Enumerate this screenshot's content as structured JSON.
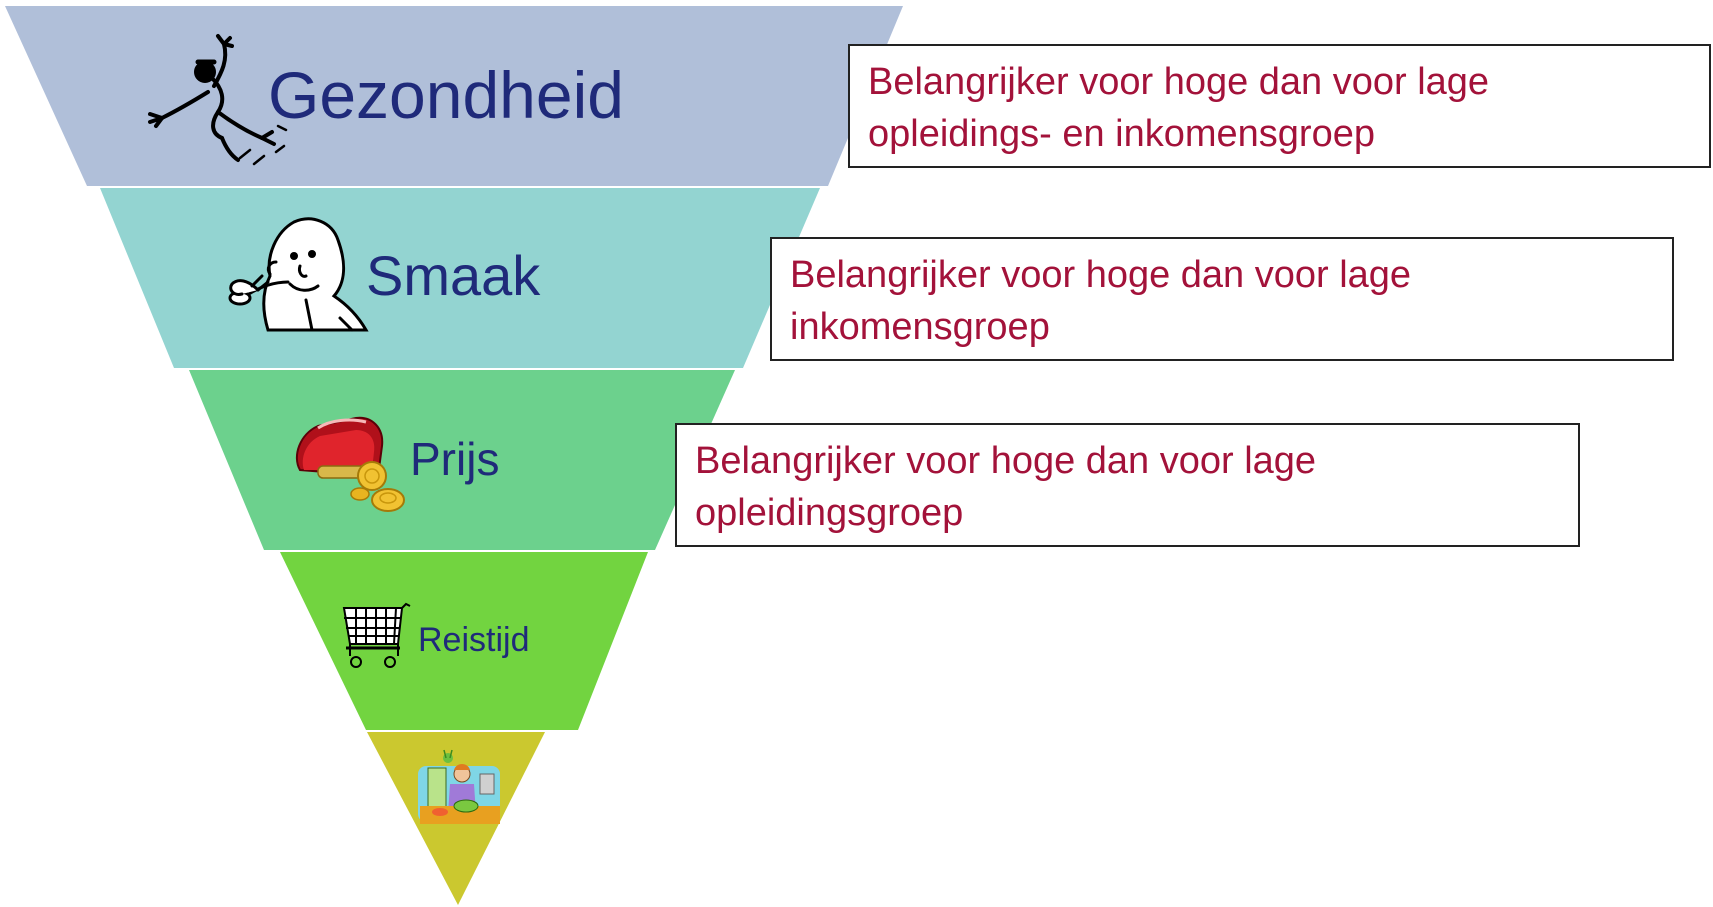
{
  "colors": {
    "tier_1": "#b0bfd9",
    "tier_2": "#93d4d1",
    "tier_3": "#6cd18d",
    "tier_4": "#72d440",
    "tier_5": "#cbc82f",
    "label_text": "#1f2a7a",
    "callout_text": "#a3123a",
    "callout_border": "#222222"
  },
  "tiers": [
    {
      "label": "Gezondheid",
      "icon": "dancing-stick-figure-icon"
    },
    {
      "label": "Smaak",
      "icon": "person-tasting-spoon-icon"
    },
    {
      "label": "Prijs",
      "icon": "red-purse-with-coins-icon"
    },
    {
      "label": "Reistijd",
      "icon": "shopping-cart-icon"
    },
    {
      "label": "",
      "icon": "person-cooking-in-kitchen-icon"
    }
  ],
  "callouts": [
    {
      "line1": "Belangrijker voor hoge dan voor lage",
      "line2": "opleidings- en inkomensgroep"
    },
    {
      "line1": "Belangrijker voor hoge dan voor lage",
      "line2": "inkomensgroep"
    },
    {
      "line1": "Belangrijker voor hoge dan voor lage",
      "line2": "opleidingsgroep"
    }
  ]
}
